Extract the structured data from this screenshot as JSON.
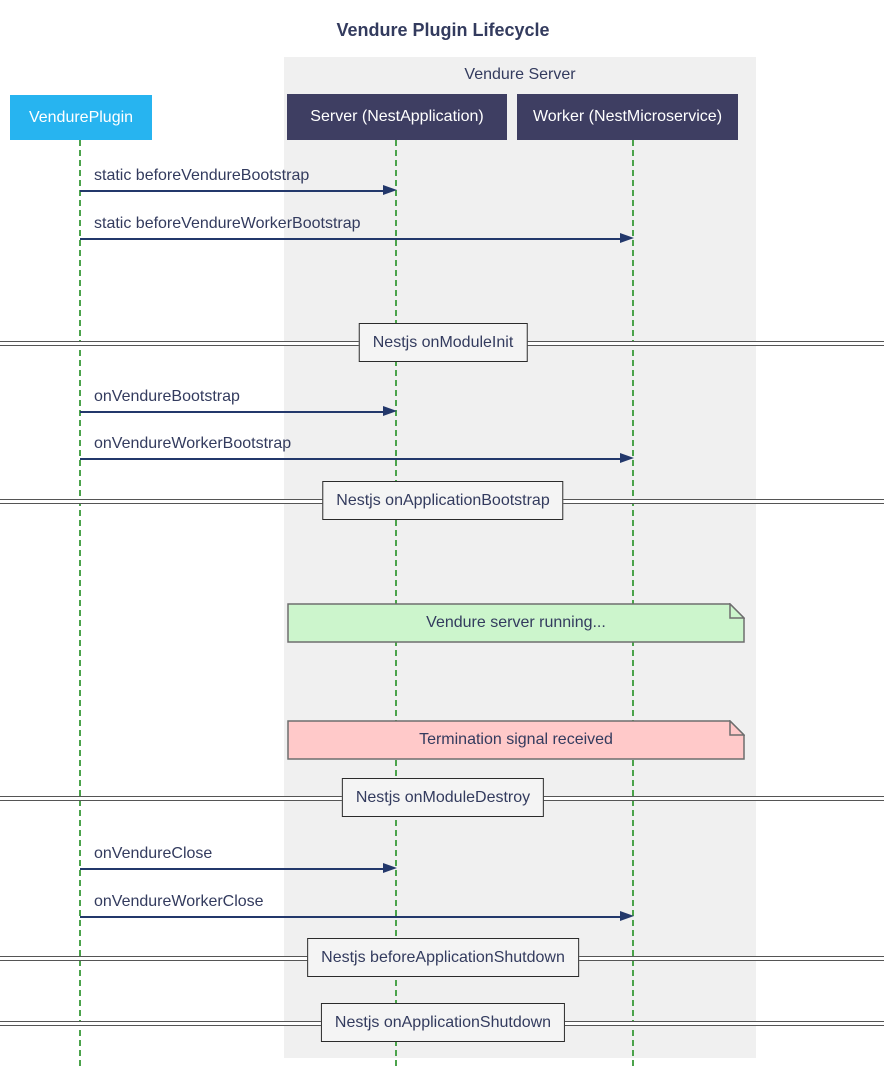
{
  "title": "Vendure Plugin Lifecycle",
  "group": {
    "label": "Vendure Server"
  },
  "actors": [
    {
      "id": "plugin",
      "label": "VendurePlugin",
      "fill": "#27b4f0"
    },
    {
      "id": "server",
      "label": "Server (NestApplication)",
      "fill": "#3e3e62"
    },
    {
      "id": "worker",
      "label": "Worker (NestMicroservice)",
      "fill": "#3e3e62"
    }
  ],
  "messages": [
    {
      "label": "static beforeVendureBootstrap",
      "from": "VendurePlugin",
      "to": "Server (NestApplication)"
    },
    {
      "label": "static beforeVendureWorkerBootstrap",
      "from": "VendurePlugin",
      "to": "Worker (NestMicroservice)"
    },
    {
      "label": "onVendureBootstrap",
      "from": "VendurePlugin",
      "to": "Server (NestApplication)"
    },
    {
      "label": "onVendureWorkerBootstrap",
      "from": "VendurePlugin",
      "to": "Worker (NestMicroservice)"
    },
    {
      "label": "onVendureClose",
      "from": "VendurePlugin",
      "to": "Server (NestApplication)"
    },
    {
      "label": "onVendureWorkerClose",
      "from": "VendurePlugin",
      "to": "Worker (NestMicroservice)"
    }
  ],
  "dividers": [
    {
      "label": "Nestjs onModuleInit"
    },
    {
      "label": "Nestjs onApplicationBootstrap"
    },
    {
      "label": "Nestjs onModuleDestroy"
    },
    {
      "label": "Nestjs beforeApplicationShutdown"
    },
    {
      "label": "Nestjs onApplicationShutdown"
    }
  ],
  "notes": [
    {
      "label": "Vendure server running...",
      "fill": "#ccf5cc"
    },
    {
      "label": "Termination signal received",
      "fill": "#ffc9c9"
    }
  ],
  "colors": {
    "text_navy": "#333b5e",
    "arrow": "#23386b",
    "lifeline_green": "#4ba34b",
    "group_background": "#f0f0f0",
    "actor_cyan": "#27b4f0",
    "actor_dark": "#3e3e62",
    "divider_line": "#555555",
    "divider_box_fill": "#f4f4f4",
    "divider_box_border": "#2b2b2b",
    "note_green": "#ccf5cc",
    "note_pink": "#ffc9c9",
    "note_border": "#6e6e6e"
  }
}
